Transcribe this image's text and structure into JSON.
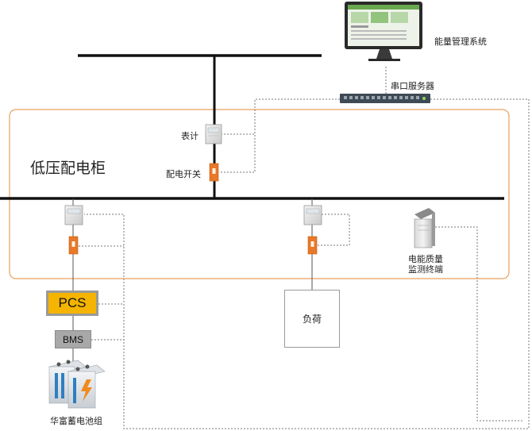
{
  "title_cabinet": "低压配电柜",
  "labels": {
    "ems": "能量管理系统",
    "serial_server": "串口服务器",
    "meter": "表计",
    "switch": "配电开关",
    "power_quality_line1": "电能质量",
    "power_quality_line2": "监测终端",
    "pcs": "PCS",
    "bms": "BMS",
    "load": "负荷",
    "battery": "华富蓄电池组"
  },
  "colors": {
    "cabinet_border": "#e8a15f",
    "switch": "#e8782a",
    "pcs_fill": "#f5b400",
    "bms_fill": "#a8a8a8",
    "bus": "#111111",
    "dotted_link": "#777777",
    "battery_stripe": "#2f7fc1",
    "battery_bolt": "#f08a1c"
  },
  "icons": {
    "monitor": "monitor-icon",
    "serial_server": "serial-server-icon",
    "meter": "meter-icon",
    "switch": "breaker-icon",
    "terminal": "monitoring-terminal-icon",
    "battery": "battery-pack-icon"
  }
}
